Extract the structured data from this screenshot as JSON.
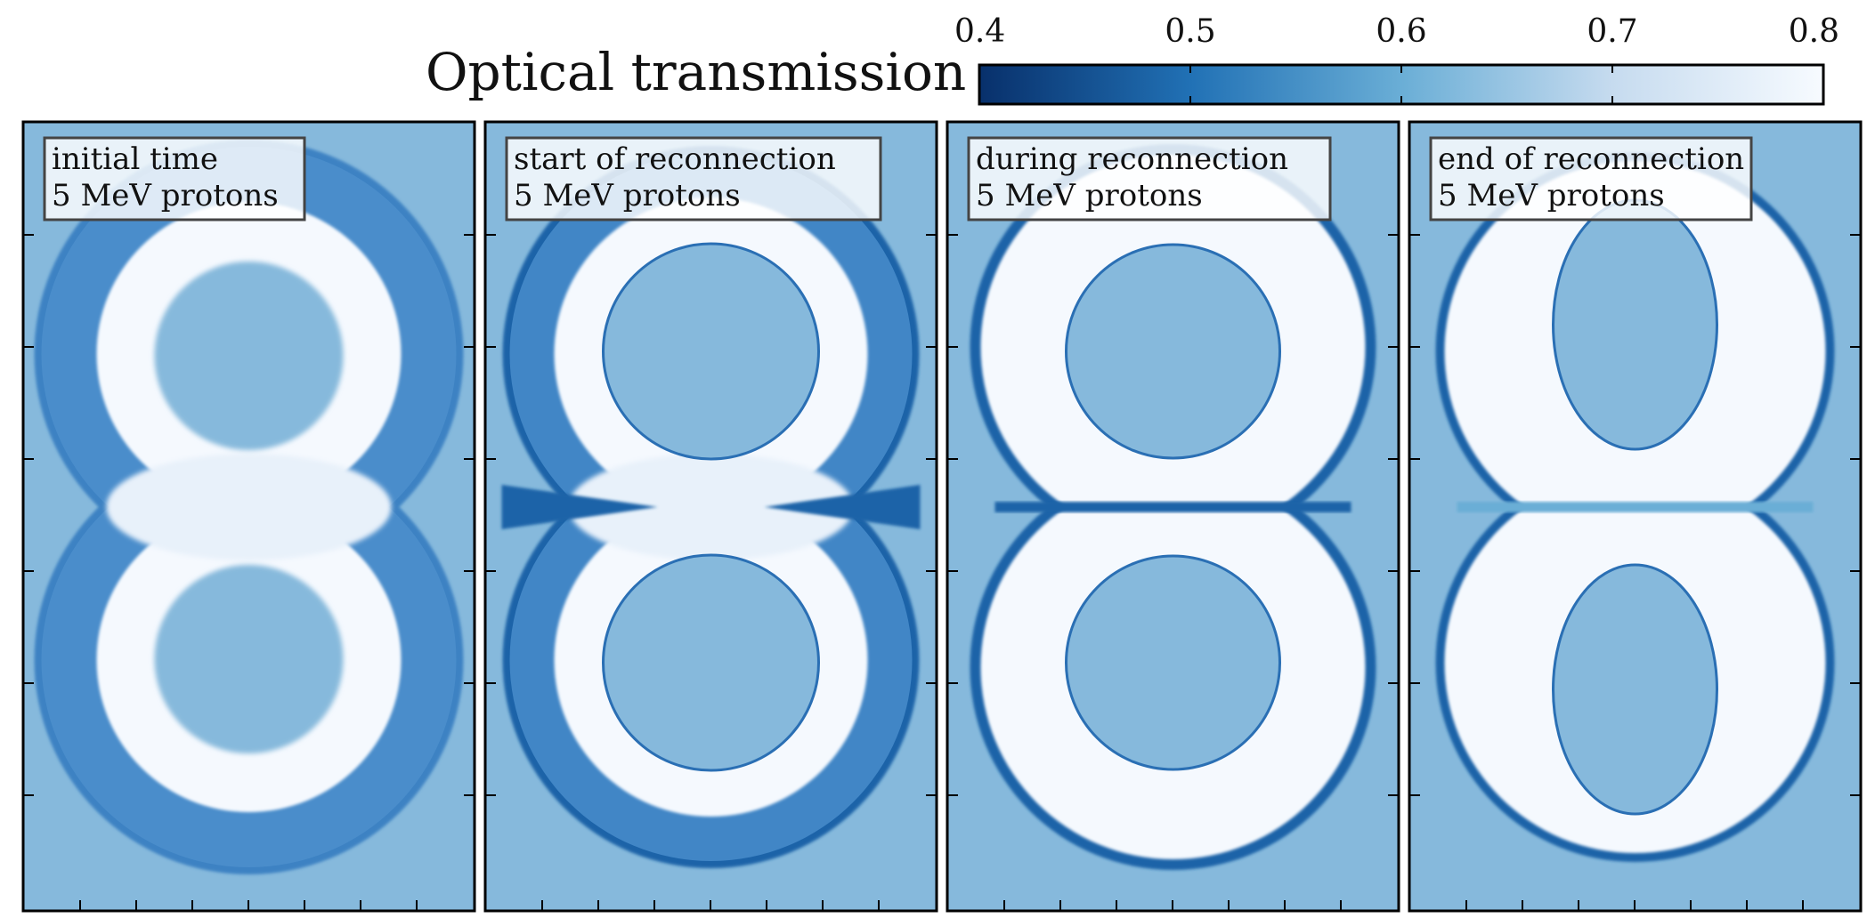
{
  "figure": {
    "title": "Optical transmission",
    "colorbar": {
      "label": "Optical transmission",
      "min": 0.4,
      "max": 0.8,
      "ticks": [
        "0.4",
        "0.5",
        "0.6",
        "0.7",
        "0.8"
      ],
      "colormap": "Blues_r",
      "color_low": "#08306b",
      "color_mid": "#6aaed6",
      "color_high": "#f7fbff"
    },
    "background_color": "#86b9dc",
    "panels": [
      {
        "id": "initial",
        "line1": "initial time",
        "line2": "5 MeV protons",
        "stage": 0
      },
      {
        "id": "start",
        "line1": "start of reconnection",
        "line2": "5 MeV protons",
        "stage": 1
      },
      {
        "id": "during",
        "line1": "during reconnection",
        "line2": "5 MeV protons",
        "stage": 2
      },
      {
        "id": "end",
        "line1": "end of reconnection",
        "line2": "5 MeV protons",
        "stage": 3
      }
    ]
  }
}
